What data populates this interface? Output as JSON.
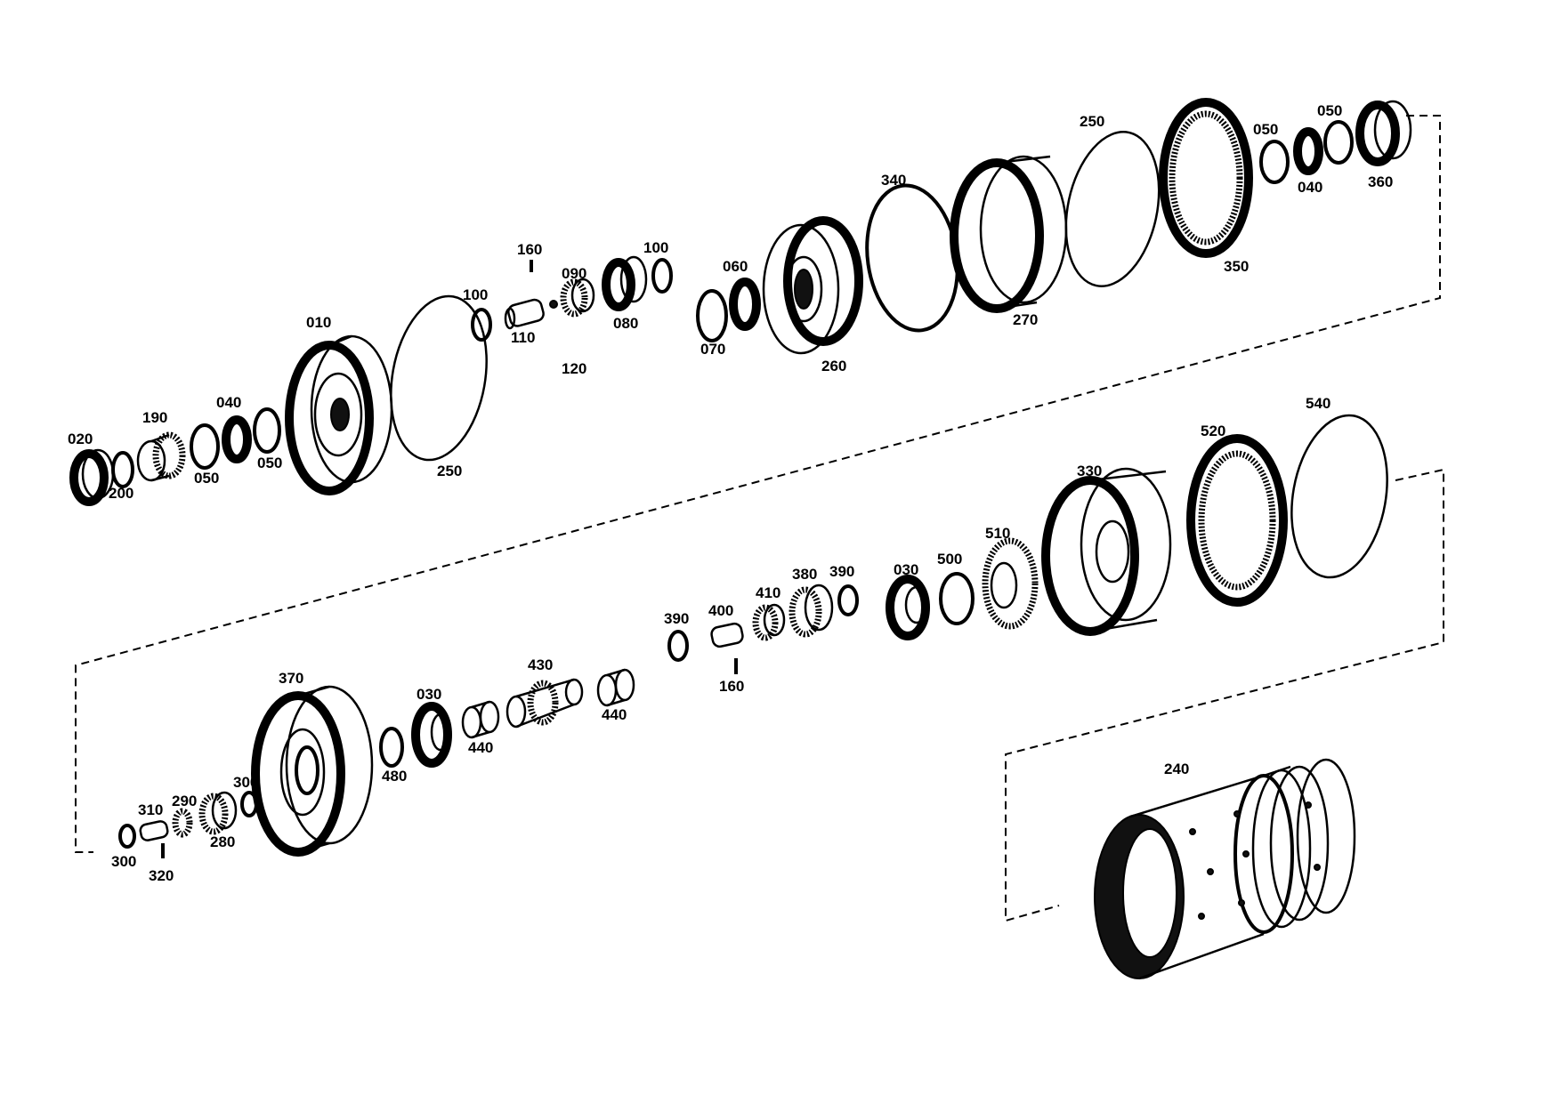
{
  "diagram": {
    "type": "exploded-parts-drawing",
    "labels": {
      "p010": "010",
      "p020": "020",
      "p030a": "030",
      "p030b": "030",
      "p040a": "040",
      "p040b": "040",
      "p050a": "050",
      "p050b": "050",
      "p050c": "050",
      "p060": "060",
      "p070": "070",
      "p080": "080",
      "p090": "090",
      "p100a": "100",
      "p100b": "100",
      "p110": "110",
      "p120": "120",
      "p160a": "160",
      "p160b": "160",
      "p190": "190",
      "p200": "200",
      "p240": "240",
      "p250a": "250",
      "p250b": "250",
      "p260": "260",
      "p270": "270",
      "p280": "280",
      "p290": "290",
      "p300a": "300",
      "p300b": "300",
      "p310": "310",
      "p320": "320",
      "p330": "330",
      "p340": "340",
      "p350": "350",
      "p360": "360",
      "p370": "370",
      "p380": "380",
      "p390a": "390",
      "p390b": "390",
      "p400": "400",
      "p410": "410",
      "p430": "430",
      "p440a": "440",
      "p440b": "440",
      "p480": "480",
      "p500": "500",
      "p510": "510",
      "p520": "520",
      "p540": "540"
    }
  }
}
